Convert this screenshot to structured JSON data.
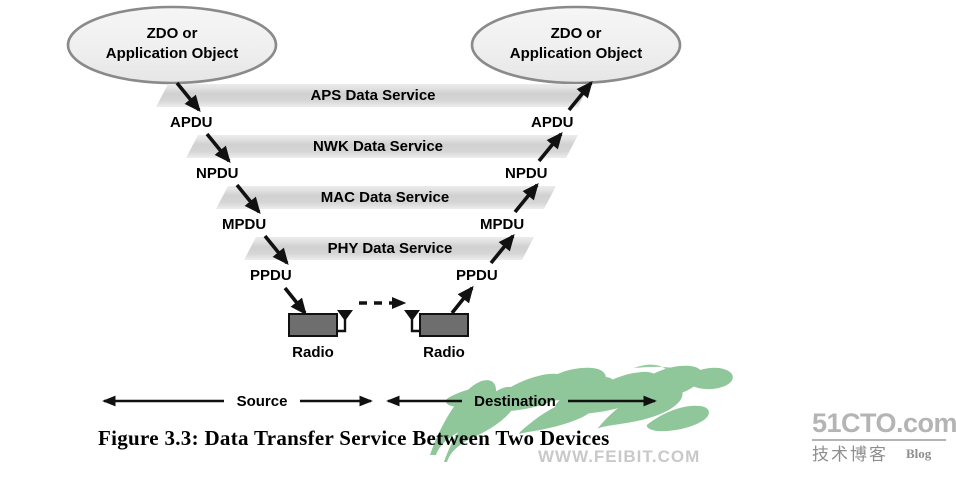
{
  "figure": {
    "caption": "Figure 3.3:  Data Transfer Service Between Two Devices",
    "nodes": {
      "source": {
        "line1": "ZDO or",
        "line2": "Application Object"
      },
      "destination": {
        "line1": "ZDO or",
        "line2": "Application Object"
      }
    },
    "layers": [
      {
        "name": "aps",
        "service_label": "APS Data Service",
        "pdu_left": "APDU",
        "pdu_right": "APDU"
      },
      {
        "name": "nwk",
        "service_label": "NWK Data Service",
        "pdu_left": "NPDU",
        "pdu_right": "NPDU"
      },
      {
        "name": "mac",
        "service_label": "MAC Data Service",
        "pdu_left": "MPDU",
        "pdu_right": "MPDU"
      },
      {
        "name": "phy",
        "service_label": "PHY Data Service",
        "pdu_left": "PPDU",
        "pdu_right": "PPDU"
      }
    ],
    "radios": {
      "left_label": "Radio",
      "right_label": "Radio"
    },
    "axes": {
      "source_label": "Source",
      "destination_label": "Destination"
    },
    "colors": {
      "ellipse_fill": "#f0f0f0",
      "ellipse_stroke": "#8a8a8a",
      "bar_light": "#ebebeb",
      "bar_dark": "#cfcfcf",
      "radio_fill": "#6e6e6e",
      "radio_stroke": "#111111",
      "arrow": "#111111",
      "watermark_green": "#8fc79a",
      "watermark_gray": "#b4b4b4"
    }
  },
  "watermarks": {
    "script_mark": "feibit-brush-script",
    "feibit_url": "WWW.FEIBIT.COM",
    "cto_title": "51CTO.com",
    "cto_subtitle": "技术博客",
    "cto_blog": "Blog"
  }
}
